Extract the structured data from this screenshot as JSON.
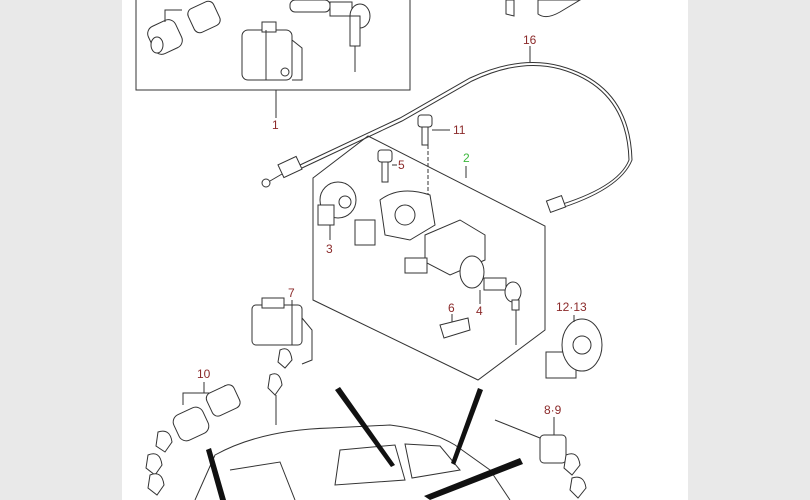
{
  "diagram": {
    "callouts": {
      "p1": "1",
      "p2": "2",
      "p3": "3",
      "p4": "4",
      "p5": "5",
      "p6": "6",
      "p7": "7",
      "p8_9": "8·9",
      "p10": "10",
      "p11": "11",
      "p12_13": "12·13",
      "p16": "16"
    },
    "colors": {
      "callout": "#8b2a2a",
      "highlighted_callout": "#3cb83c",
      "line": "#333333",
      "margin": "#e9e9e9"
    }
  }
}
